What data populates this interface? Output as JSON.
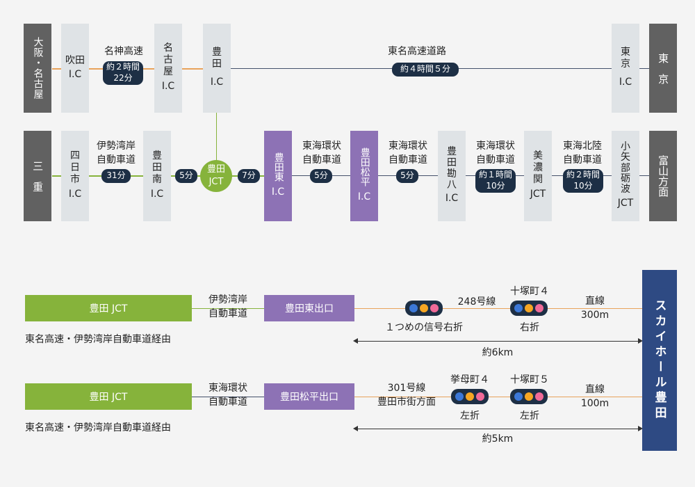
{
  "colors": {
    "orange": "#e8a25a",
    "navy_line": "#44506a",
    "green": "#86b33b",
    "purple": "#8d72b5",
    "blue_line": "#5b8bd1",
    "signal_blue": "#3c78d8",
    "signal_orange": "#f6a623",
    "signal_pink": "#f06a98"
  },
  "row1": {
    "origin": "大阪・名古屋",
    "suita": "吹田\nI.C",
    "meishin": "名神高速",
    "meishin_time": "約２時間\n22分",
    "nagoya": "名\n古\n屋",
    "nagoya_ic": "I.C",
    "toyota": "豊\n田",
    "toyota_ic": "I.C",
    "tomei": "東名高速道路",
    "tomei_time": "約４時間５分",
    "tokyo_ic": "東\n京",
    "tokyo_ic_sub": "I.C",
    "dest": "東　京"
  },
  "row2": {
    "origin": "三　重",
    "yokkaichi": "四\n日\n市",
    "yokkaichi_ic": "I.C",
    "isewangan": "伊勢湾岸\n自動車道",
    "t31": "31分",
    "toyotaminami": "豊\n田\n南",
    "toyotaminami_ic": "I.C",
    "t5a": "5分",
    "jct": "豊田\nJCT",
    "t7": "7分",
    "toyotahigashi": "豊田東",
    "toyotahigashi_ic": "I.C",
    "tokaikanjo1": "東海環状\n自動車道",
    "t5b": "5分",
    "toyotamatsudaira": "豊田松平",
    "toyotamatsudaira_ic": "I.C",
    "tokaikanjo2": "東海環状\n自動車道",
    "t5c": "5分",
    "kanhachi": "豊\n田\n勘\n八",
    "kanhachi_ic": "I.C",
    "tokaikanjo3": "東海環状\n自動車道",
    "t1h": "約１時間\n10分",
    "minoseki": "美\n濃\n関",
    "minoseki_jct": "JCT",
    "tokaihokuriku": "東海北陸\n自動車道",
    "t2h": "約２時間\n10分",
    "oyabe": "小\n矢\n部\n砺\n波",
    "oyabe_jct": "JCT",
    "dest": "富山方面"
  },
  "route1": {
    "start": "豊田 JCT",
    "road": "伊勢湾岸\n自動車道",
    "exit": "豊田東出口",
    "via": "東名高速・伊勢湾岸自動車道経由",
    "sig1_label": "１つめの信号右折",
    "road2": "248号線",
    "sig2_top": "十塚町４",
    "sig2_label": "右折",
    "straight": "直線\n300m",
    "distance": "約6km"
  },
  "route2": {
    "start": "豊田 JCT",
    "road": "東海環状\n自動車道",
    "exit": "豊田松平出口",
    "via": "東名高速・伊勢湾岸自動車道経由",
    "road2": "301号線\n豊田市街方面",
    "sig1_top": "挙母町４",
    "sig1_label": "左折",
    "sig2_top": "十塚町５",
    "sig2_label": "左折",
    "straight": "直線\n100m",
    "distance": "約5km"
  },
  "destination": "スカイホール豊田"
}
